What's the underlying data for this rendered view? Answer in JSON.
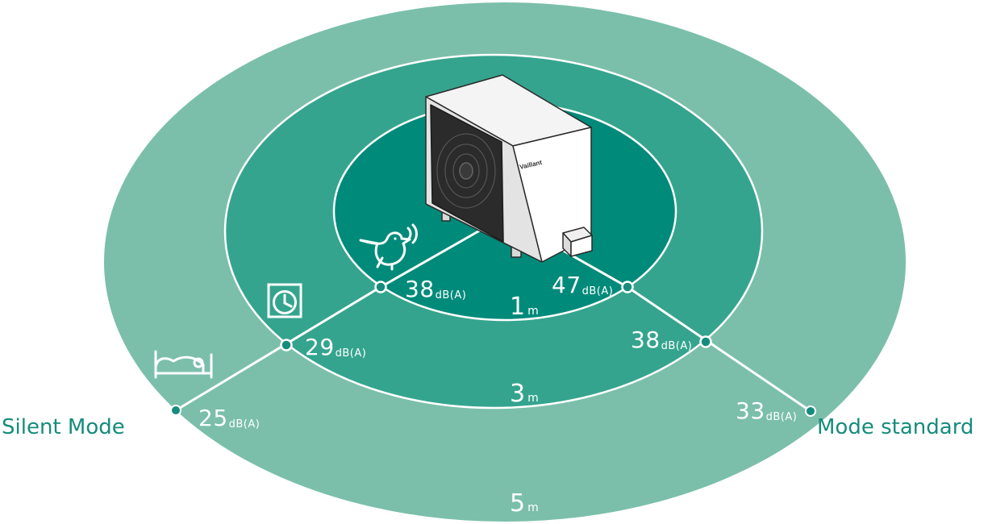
{
  "modes": {
    "silent": "Silent Mode",
    "standard": "Mode standard"
  },
  "distances": [
    {
      "value": "1",
      "unit": "m"
    },
    {
      "value": "3",
      "unit": "m"
    },
    {
      "value": "5",
      "unit": "m"
    }
  ],
  "silent_levels": [
    {
      "value": "38",
      "unit": "dB(A)"
    },
    {
      "value": "29",
      "unit": "dB(A)"
    },
    {
      "value": "25",
      "unit": "dB(A)"
    }
  ],
  "standard_levels": [
    {
      "value": "47",
      "unit": "dB(A)"
    },
    {
      "value": "38",
      "unit": "dB(A)"
    },
    {
      "value": "33",
      "unit": "dB(A)"
    }
  ],
  "unit_brand": "Vaillant",
  "icons": [
    "bird-icon",
    "clock-icon",
    "bed-icon"
  ],
  "colors": {
    "ring_outer": "#7bbfaa",
    "ring_middle": "#35a48e",
    "ring_inner": "#008a7a",
    "mode_text": "#168c7c"
  }
}
